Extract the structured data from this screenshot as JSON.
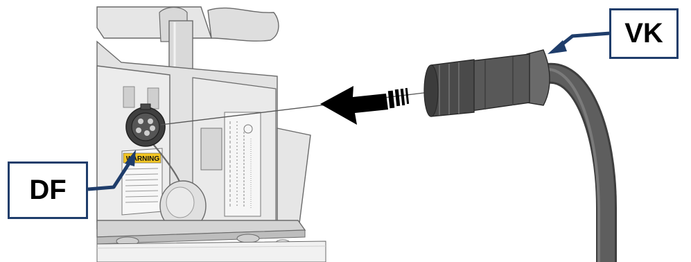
{
  "callouts": {
    "vk": "VK",
    "df": "DF"
  },
  "labels": {
    "warning": "WARNING"
  },
  "colors": {
    "callout_border": "#1f3d6b",
    "callout_text": "#000000",
    "arrow": "#000000",
    "device_fill": "#e4e4e4",
    "device_line": "#6a6a6a",
    "cable": "#5a5a5a",
    "warning_label": "#f3c623"
  }
}
